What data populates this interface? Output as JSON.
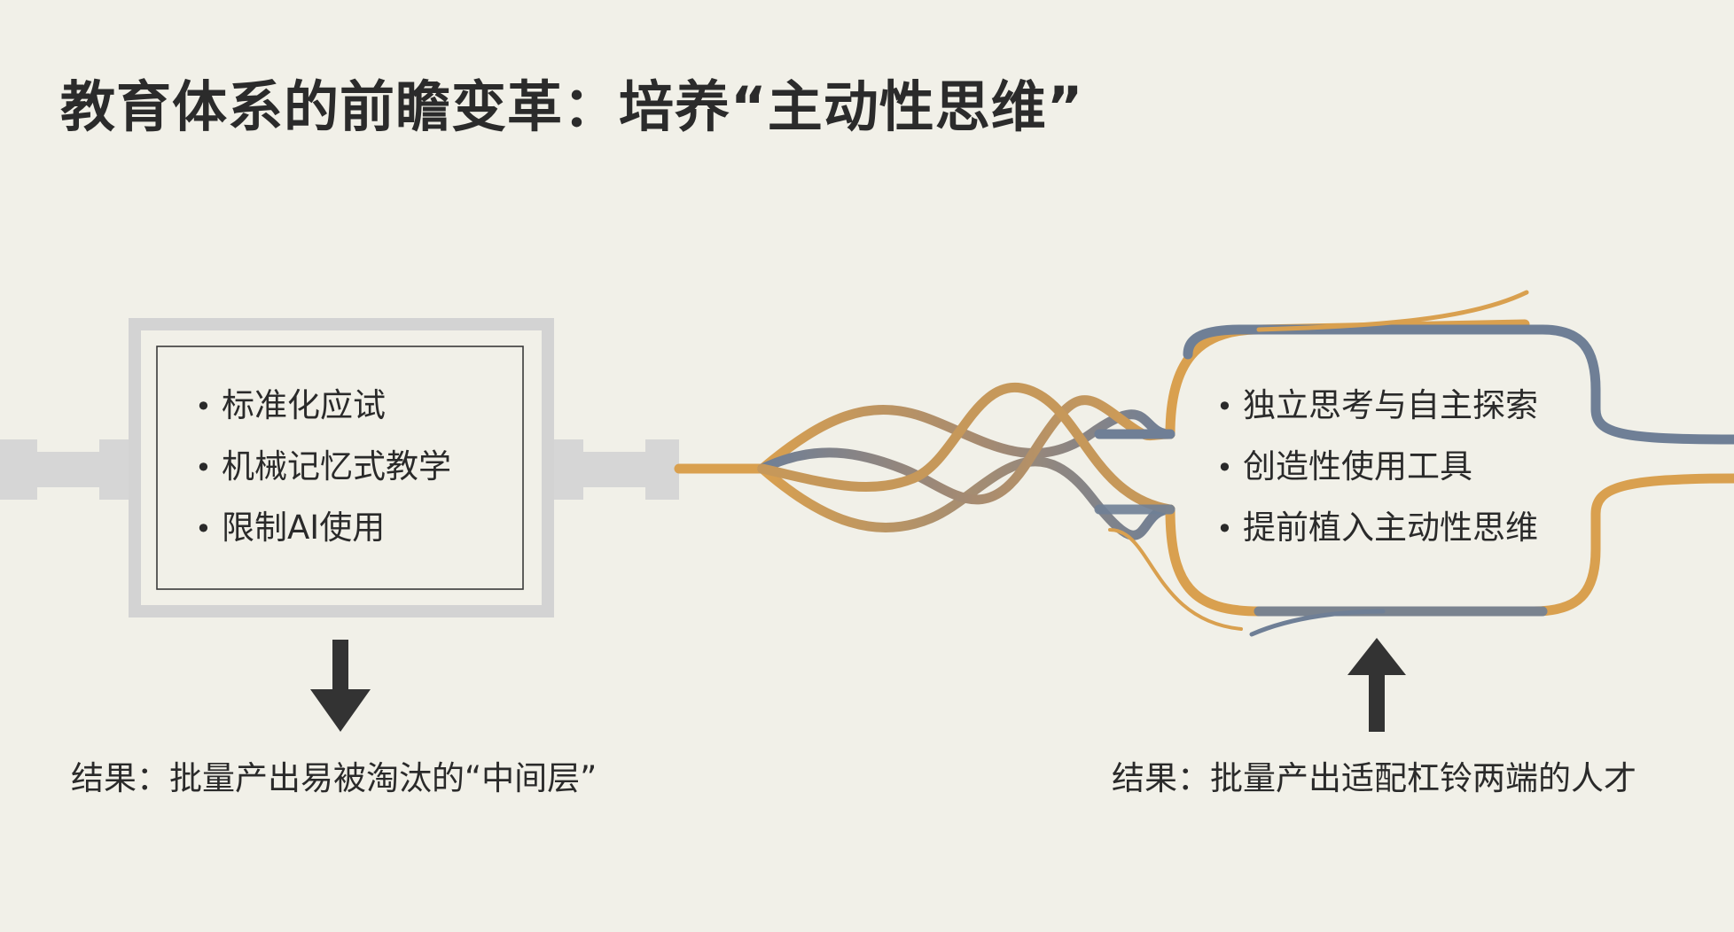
{
  "title": "教育体系的前瞻变革：培养“主动性思维”",
  "left_panel": {
    "items": [
      "标准化应试",
      "机械记忆式教学",
      "限制AI使用"
    ],
    "arrow": "arrow-down-icon",
    "result": "结果：批量产出易被淘汰的“中间层”"
  },
  "right_panel": {
    "items": [
      "独立思考与自主探索",
      "创造性使用工具",
      "提前植入主动性思维"
    ],
    "arrow": "arrow-up-icon",
    "result": "结果：批量产出适配杠铃两端的人才"
  },
  "colors": {
    "background": "#f1f0e8",
    "pipe_gray": "#d6d6d6",
    "stream_orange": "#d9a04f",
    "stream_blue": "#6f7f96",
    "arrow": "#333333",
    "text": "#2a2a2a"
  }
}
